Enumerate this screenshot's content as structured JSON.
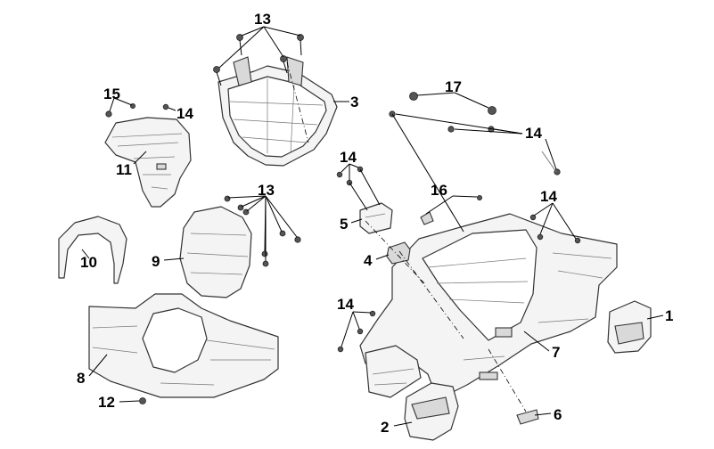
{
  "callouts": {
    "c1": "1",
    "c2": "2",
    "c3": "3",
    "c4": "4",
    "c5": "5",
    "c6": "6",
    "c7": "7",
    "c8": "8",
    "c9": "9",
    "c10": "10",
    "c11": "11",
    "c12": "12",
    "c13a": "13",
    "c13b": "13",
    "c14a": "14",
    "c14b": "14",
    "c14c": "14",
    "c14d": "14",
    "c14e": "14",
    "c15": "15",
    "c16": "16",
    "c17": "17"
  }
}
